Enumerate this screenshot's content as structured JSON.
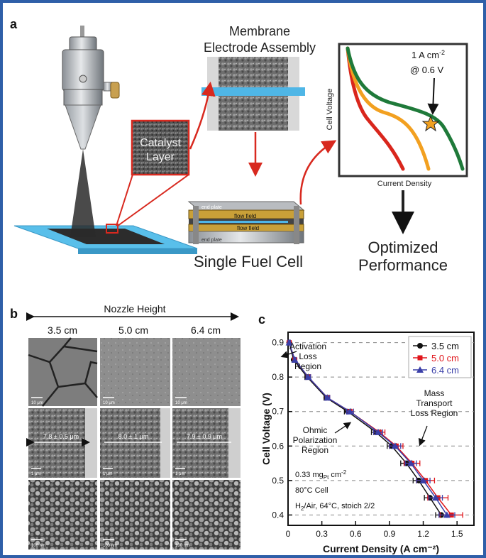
{
  "panel_a": {
    "letter": "a",
    "mea_title_line1": "Membrane",
    "mea_title_line2": "Electrode Assembly",
    "catalyst_line1": "Catalyst",
    "catalyst_line2": "Layer",
    "end_plate_top": "end plate",
    "flow_field_1": "flow field",
    "flow_field_2": "flow field",
    "end_plate_bottom": "end plate",
    "cell_title": "Single Fuel Cell",
    "curve_ylabel": "Cell Voltage",
    "curve_xlabel": "Current Density",
    "annotation_line1": "1 A cm",
    "annotation_sup": "-2",
    "annotation_line2": "@ 0.6 V",
    "optimized_line1": "Optimized",
    "optimized_line2": "Performance",
    "colors": {
      "red_curve": "#d9261c",
      "orange_curve": "#f2a020",
      "green_curve": "#1f7a3a",
      "accent_red": "#d8291f",
      "membrane_blue": "#4fb6e6",
      "star": "#f0a020"
    }
  },
  "panel_b": {
    "letter": "b",
    "heading": "Nozzle Height",
    "columns": [
      "3.5 cm",
      "5.0 cm",
      "6.4 cm"
    ],
    "row1_scale": [
      "10 μm",
      "10 μm",
      "10 μm"
    ],
    "thickness": [
      "7.8 ± 0.5 μm",
      "8.0 ± 1 μm",
      "7.9 ± 0.9 μm"
    ],
    "row2_scale": [
      "1 μm",
      "1 μm",
      "1 μm"
    ],
    "row3_scale": [
      "100 nm",
      "100 nm",
      "100 nm"
    ]
  },
  "panel_c": {
    "letter": "c",
    "annotations": {
      "activation": [
        "Activation",
        "Loss",
        "Region"
      ],
      "ohmic": [
        "Ohmic",
        "Polarization",
        "Region"
      ],
      "mass": [
        "Mass",
        "Transport",
        "Loss Region"
      ]
    },
    "notes": {
      "loading_main": "0.33 mg",
      "loading_sub": "Pt",
      "loading_unit": " cm",
      "loading_sup": "-2",
      "cell_temp": "80°C Cell",
      "gas_h": "H",
      "gas_sub": "2",
      "gas_rest": "/Air, 64°C, stoich 2/2"
    }
  },
  "chart_data": {
    "type": "line",
    "xlabel": "Current Density (A cm⁻²)",
    "ylabel": "Cell Voltage (V)",
    "xlim": [
      0,
      1.65
    ],
    "ylim": [
      0.37,
      0.93
    ],
    "xticks": [
      "0",
      "0.3",
      "0.6",
      "0.9",
      "1.2",
      "1.5"
    ],
    "yticks": [
      "0.4",
      "0.5",
      "0.6",
      "0.7",
      "0.8",
      "0.9"
    ],
    "grid": "horizontal dashed",
    "legend_position": "top-right",
    "series": [
      {
        "name": "3.5 cm",
        "color": "#111111",
        "marker": "circle",
        "points": [
          [
            0.01,
            0.9
          ],
          [
            0.05,
            0.85
          ],
          [
            0.17,
            0.8
          ],
          [
            0.34,
            0.74
          ],
          [
            0.53,
            0.7
          ],
          [
            0.78,
            0.64
          ],
          [
            0.92,
            0.6
          ],
          [
            1.05,
            0.55
          ],
          [
            1.16,
            0.5
          ],
          [
            1.26,
            0.45
          ],
          [
            1.36,
            0.4
          ]
        ],
        "err": [
          0.01,
          0.01,
          0.02,
          0.02,
          0.03,
          0.04,
          0.04,
          0.05,
          0.05,
          0.05,
          0.05
        ]
      },
      {
        "name": "5.0 cm",
        "color": "#e0151b",
        "marker": "square",
        "points": [
          [
            0.01,
            0.9
          ],
          [
            0.06,
            0.85
          ],
          [
            0.18,
            0.8
          ],
          [
            0.35,
            0.74
          ],
          [
            0.55,
            0.7
          ],
          [
            0.81,
            0.64
          ],
          [
            0.96,
            0.6
          ],
          [
            1.1,
            0.55
          ],
          [
            1.22,
            0.5
          ],
          [
            1.33,
            0.45
          ],
          [
            1.45,
            0.4
          ]
        ],
        "err": [
          0.01,
          0.01,
          0.02,
          0.02,
          0.03,
          0.05,
          0.06,
          0.07,
          0.08,
          0.09,
          0.1
        ]
      },
      {
        "name": "6.4 cm",
        "color": "#3a3fa8",
        "marker": "triangle",
        "points": [
          [
            0.01,
            0.9
          ],
          [
            0.06,
            0.85
          ],
          [
            0.18,
            0.8
          ],
          [
            0.35,
            0.74
          ],
          [
            0.55,
            0.7
          ],
          [
            0.8,
            0.64
          ],
          [
            0.95,
            0.6
          ],
          [
            1.09,
            0.55
          ],
          [
            1.2,
            0.5
          ],
          [
            1.31,
            0.45
          ],
          [
            1.41,
            0.4
          ]
        ],
        "err": [
          0.01,
          0.01,
          0.02,
          0.02,
          0.03,
          0.04,
          0.05,
          0.05,
          0.06,
          0.06,
          0.07
        ]
      }
    ]
  }
}
